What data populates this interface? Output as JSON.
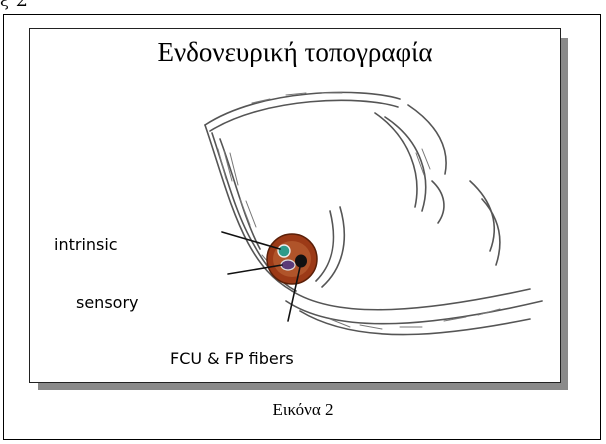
{
  "header_fragment": "ξ Σ    ",
  "slide": {
    "title": "Ενδονευρική τοπογραφία",
    "labels": {
      "intrinsic": "intrinsic",
      "sensory": "sensory",
      "fibers": "FCU & FP fibers"
    }
  },
  "caption": "Εικόνα 2",
  "colors": {
    "nerve_sheath": "#9c3a17",
    "intrinsic_fascicle": "#2e9a8a",
    "sensory_fascicle": "#5a3a78",
    "fibers_fascicle": "#111111"
  }
}
